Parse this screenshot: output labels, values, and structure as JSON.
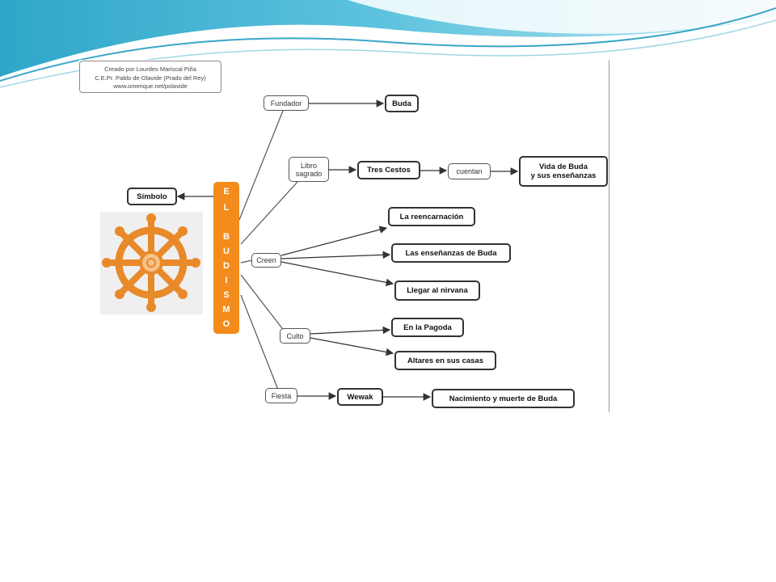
{
  "credit": {
    "line1": "Creado por Lourdes Mariscal Piña",
    "line2": "C.E.Pr. Pablo de Olavide (Prado del Rey)",
    "line3": "www.omerique.net/polavide"
  },
  "central": {
    "letters": [
      "E",
      "L",
      "B",
      "U",
      "D",
      "I",
      "S",
      "M",
      "O"
    ],
    "color": "#f28c1c"
  },
  "icon": "dharma-wheel-icon",
  "nodes": {
    "simbolo": "Símbolo",
    "fundador": "Fundador",
    "buda": "Buda",
    "libro": "Libro\nsagrado",
    "tres_cestos": "Tres Cestos",
    "cuentan": "cuentan",
    "vida": "Vida de Buda\ny sus enseñanzas",
    "creen": "Creen",
    "reencarnacion": "La reencarnación",
    "ensenanzas": "Las enseñanzas de Buda",
    "nirvana": "Llegar al nirvana",
    "culto": "Culto",
    "pagoda": "En la Pagoda",
    "altares": "Altares en sus casas",
    "fiesta": "Fiesta",
    "wewak": "Wewak",
    "nacimiento": "Nacimiento y muerte de Buda"
  }
}
